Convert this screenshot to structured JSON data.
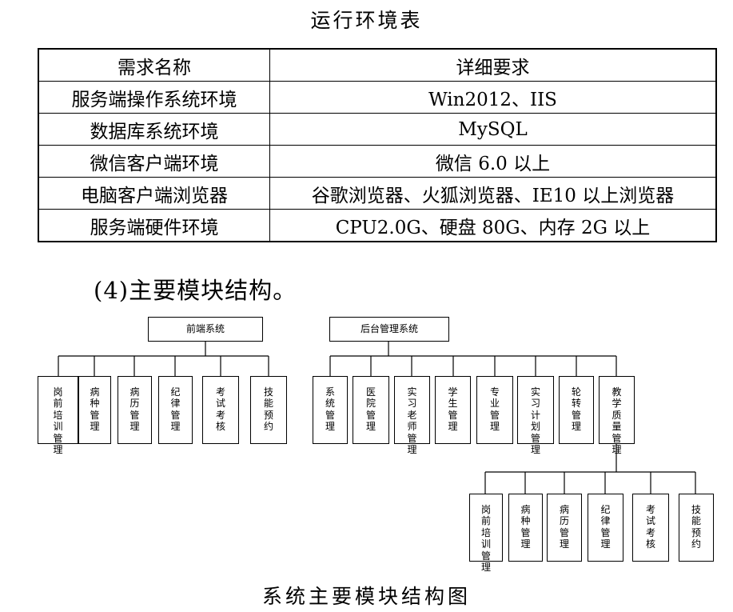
{
  "table": {
    "title": "运行环境表",
    "headers": [
      "需求名称",
      "详细要求"
    ],
    "rows": [
      [
        "服务端操作系统环境",
        "Win2012、IIS"
      ],
      [
        "数据库系统环境",
        "MySQL"
      ],
      [
        "微信客户端环境",
        "微信 6.0 以上"
      ],
      [
        "电脑客户端浏览器",
        "谷歌浏览器、火狐浏览器、IE10 以上浏览器"
      ],
      [
        "服务端硬件环境",
        "CPU2.0G、硬盘 80G、内存 2G 以上"
      ]
    ]
  },
  "section_heading": "(4)主要模块结构。",
  "diagram": {
    "front_root": "前端系统",
    "front_modules": [
      "岗前培训管理",
      "病种管理",
      "病历管理",
      "纪律管理",
      "考试考核",
      "技能预约"
    ],
    "back_root": "后台管理系统",
    "back_modules": [
      "系统管理",
      "医院管理",
      "实习老师管理",
      "学生管理",
      "专业管理",
      "实习计划管理",
      "轮转管理",
      "教学质量管理"
    ],
    "quality_modules": [
      "岗前培训管理",
      "病种管理",
      "病历管理",
      "纪律管理",
      "考试考核",
      "技能预约"
    ]
  },
  "figure_caption": "系统主要模块结构图"
}
